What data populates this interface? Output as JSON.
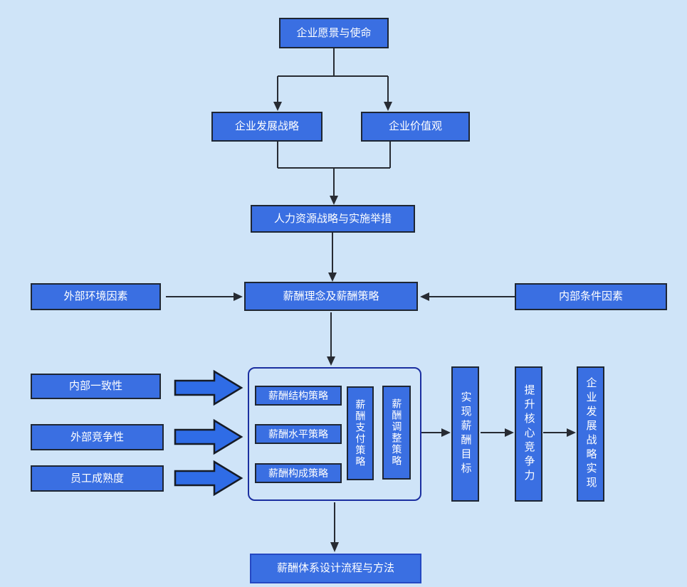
{
  "diagram": {
    "type": "flowchart",
    "language": "zh-CN",
    "topic": "薪酬体系设计流程与方法",
    "colors": {
      "background": "#cfe4f8",
      "node_fill": "#3a6fe2",
      "node_border": "#1e2633",
      "group_border": "#1b2fa0",
      "connector": "#272b33",
      "node_text": "#ffffff",
      "block_arrow_fill": "#2f6ce6"
    },
    "nodes": {
      "vision": "企业愿景与使命",
      "dev_strategy": "企业发展战略",
      "values": "企业价值观",
      "hr_strategy": "人力资源战略与实施举措",
      "external_env": "外部环境因素",
      "pay_philosophy": "薪酬理念及薪酬策略",
      "internal_cond": "内部条件因素",
      "internal_consistency": "内部一致性",
      "external_competitiveness": "外部竞争性",
      "employee_maturity": "员工成熟度",
      "structure_strategy": "薪酬结构策略",
      "level_strategy": "薪酬水平策略",
      "composition_strategy": "薪酬构成策略",
      "payment_strategy": "薪酬支付策略",
      "adjustment_strategy": "薪酬调整策略",
      "realize_goal": "实现薪酬目标",
      "core_competitiveness": "提升核心竞争力",
      "strategy_realization": "企业发展战略实现",
      "design_process": "薪酬体系设计流程与方法"
    },
    "edges": [
      {
        "from": "企业愿景与使命",
        "to": "企业发展战略"
      },
      {
        "from": "企业愿景与使命",
        "to": "企业价值观"
      },
      {
        "from": "企业发展战略",
        "to": "人力资源战略与实施举措"
      },
      {
        "from": "企业价值观",
        "to": "人力资源战略与实施举措"
      },
      {
        "from": "人力资源战略与实施举措",
        "to": "薪酬理念及薪酬策略"
      },
      {
        "from": "外部环境因素",
        "to": "薪酬理念及薪酬策略"
      },
      {
        "from": "内部条件因素",
        "to": "薪酬理念及薪酬策略"
      },
      {
        "from": "薪酬理念及薪酬策略",
        "to": "薪酬策略组"
      },
      {
        "from": "内部一致性",
        "to": "薪酬策略组"
      },
      {
        "from": "外部竞争性",
        "to": "薪酬策略组"
      },
      {
        "from": "员工成熟度",
        "to": "薪酬策略组"
      },
      {
        "from": "薪酬策略组",
        "to": "实现薪酬目标"
      },
      {
        "from": "实现薪酬目标",
        "to": "提升核心竞争力"
      },
      {
        "from": "提升核心竞争力",
        "to": "企业发展战略实现"
      },
      {
        "from": "薪酬策略组",
        "to": "薪酬体系设计流程与方法"
      }
    ]
  }
}
